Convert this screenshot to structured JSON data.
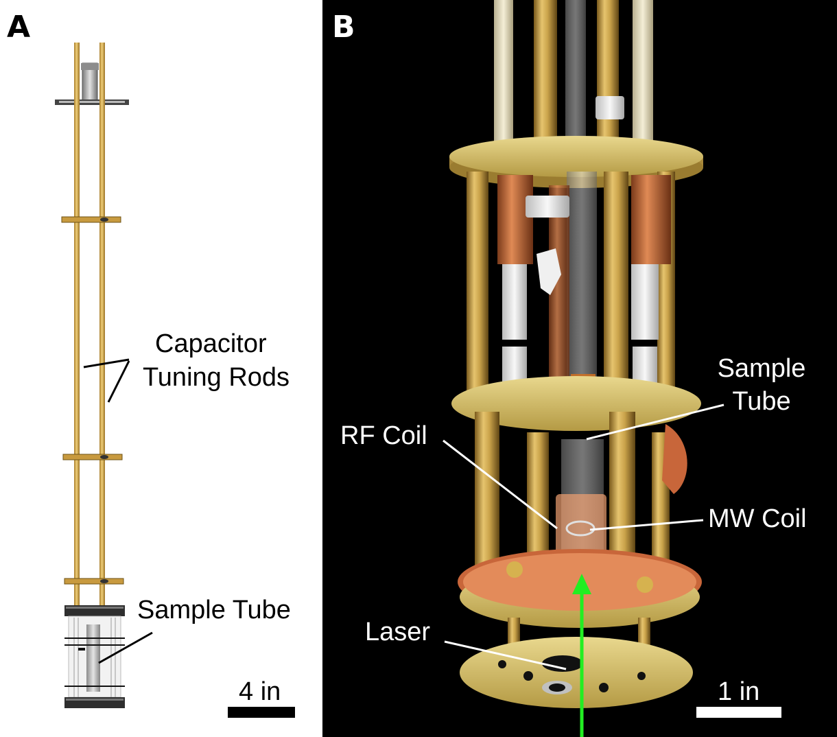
{
  "panel_a": {
    "letter": "A",
    "labels": {
      "capacitor_line1": "Capacitor",
      "capacitor_line2": "Tuning Rods",
      "sample_tube": "Sample Tube"
    },
    "scale_bar": "4 in"
  },
  "panel_b": {
    "letter": "B",
    "labels": {
      "sample_line1": "Sample",
      "sample_line2": "Tube",
      "rf_coil": "RF Coil",
      "mw_coil": "MW Coil",
      "laser": "Laser"
    },
    "scale_bar": "1 in"
  },
  "colors": {
    "brass": "#c9a24a",
    "copper": "#c8663a",
    "laser_green": "#22ee22"
  }
}
